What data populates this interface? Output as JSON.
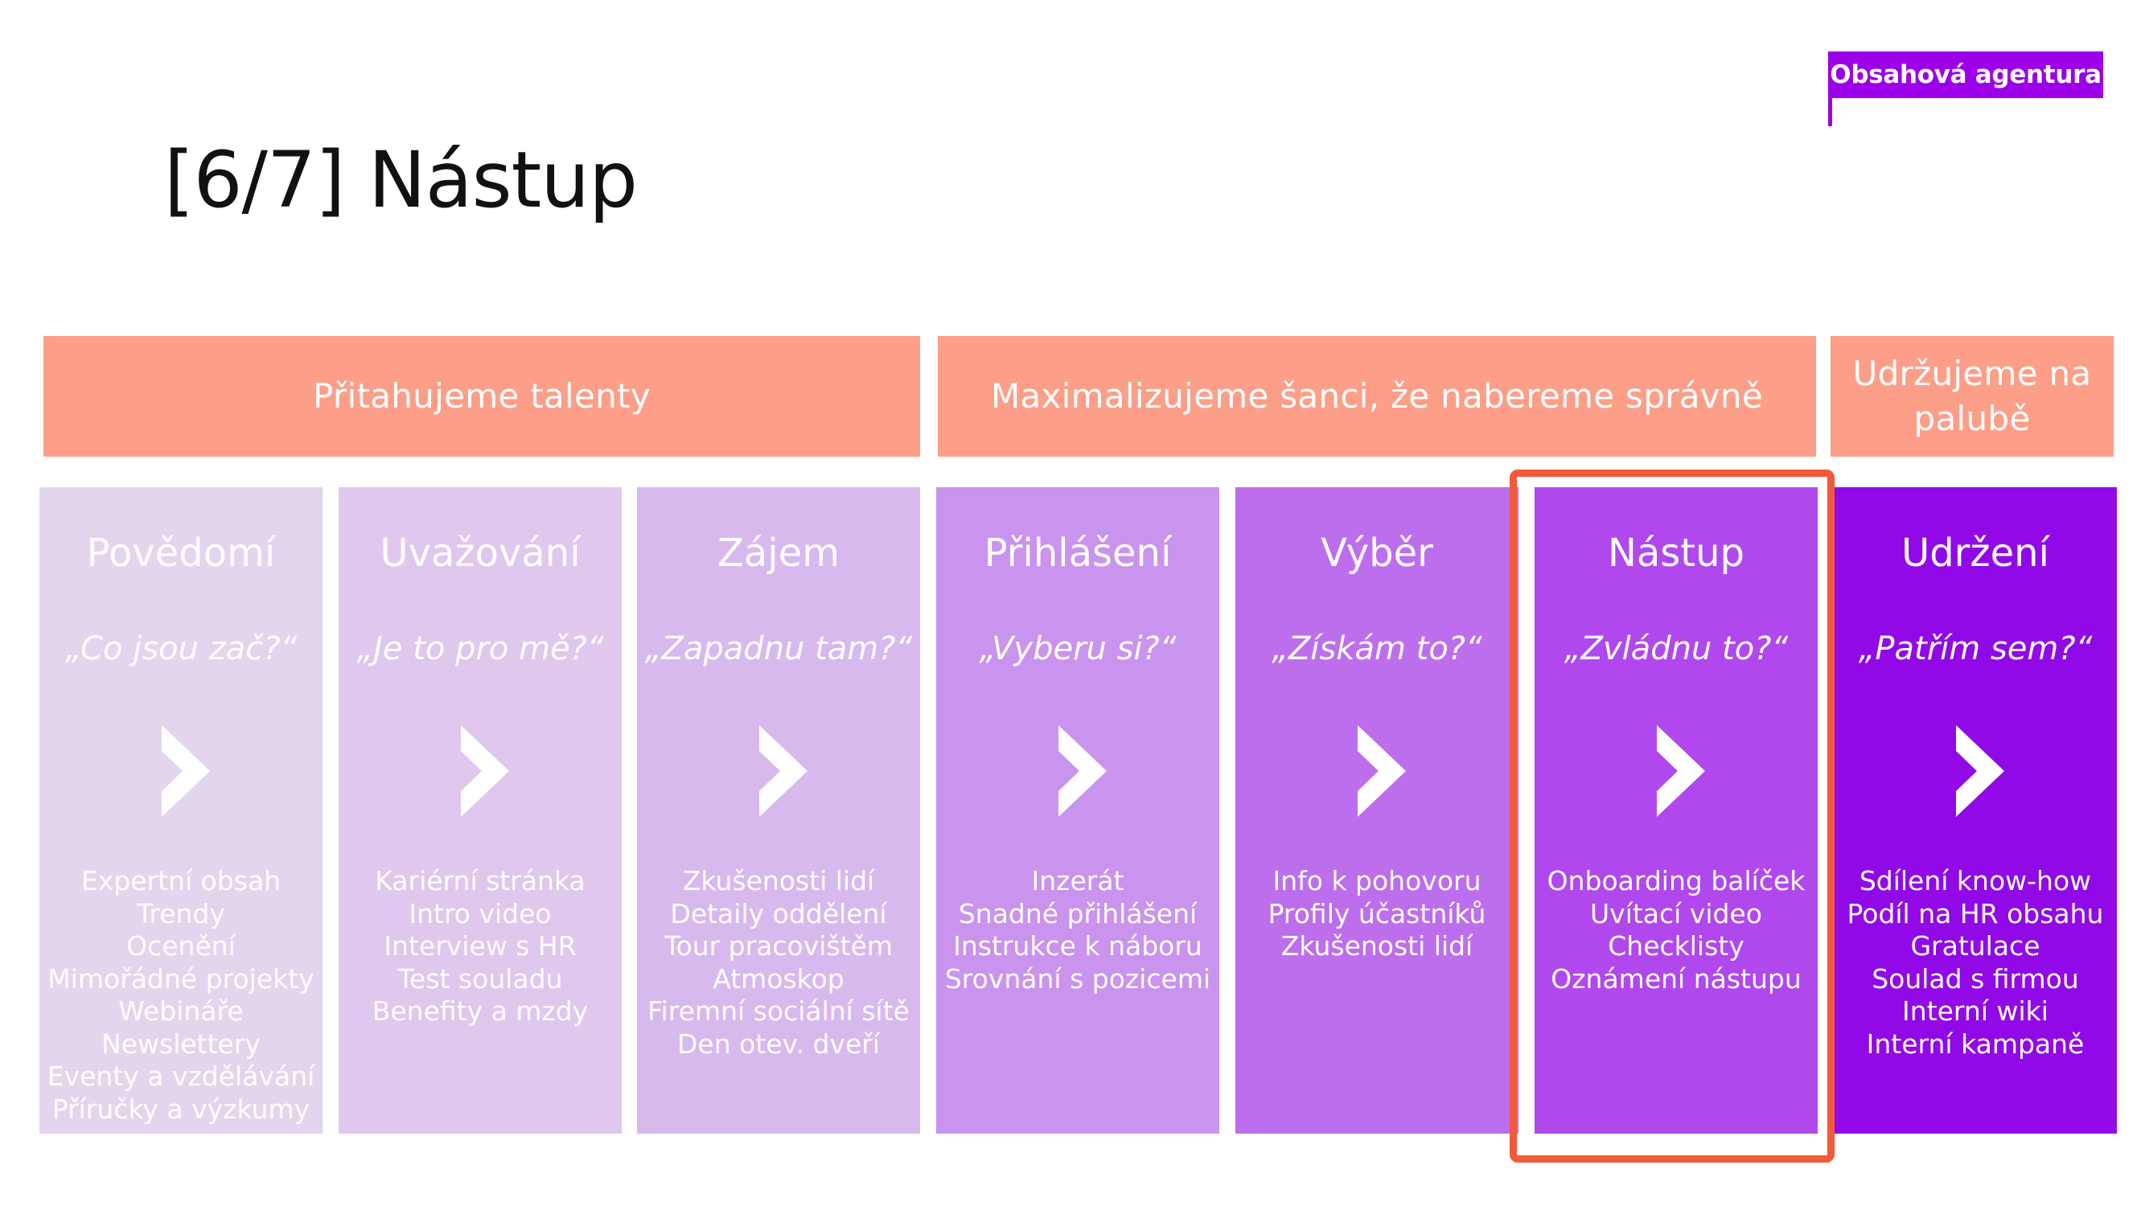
{
  "brand": {
    "label": "Obsahová agentura",
    "color": "#9b00e8"
  },
  "title": "[6/7] Nástup",
  "groups": [
    {
      "label": "Přitahujeme talenty"
    },
    {
      "label": "Maximalizujeme šanci, že nabereme správně"
    },
    {
      "label": "Udržujeme na palubě"
    }
  ],
  "colors": {
    "group_bar": "#fd9e88",
    "highlight_border": "#f25a3a",
    "stage_1": "#e3d5ee",
    "stage_2": "#dfc7ee",
    "stage_3": "#d8b9ee",
    "stage_4": "#c993ee",
    "stage_5": "#bd6eed",
    "stage_6": "#b048ee",
    "stage_7": "#9209e8"
  },
  "stages": [
    {
      "name": "Povědomí",
      "quote": "„Co jsou zač?“",
      "items": [
        "Expertní obsah",
        "Trendy",
        "Ocenění",
        "Mimořádné projekty",
        "Webináře",
        "Newslettery",
        "Eventy a vzdělávání",
        "Příručky a výzkumy"
      ]
    },
    {
      "name": "Uvažování",
      "quote": "„Je to pro mě?“",
      "items": [
        "Kariérní stránka",
        "Intro video",
        "Interview s HR",
        "Test souladu",
        "Benefity a mzdy"
      ]
    },
    {
      "name": "Zájem",
      "quote": "„Zapadnu tam?“",
      "items": [
        "Zkušenosti lidí",
        "Detaily oddělení",
        "Tour pracovištěm",
        "Atmoskop",
        "Firemní sociální sítě",
        "Den otev. dveří"
      ]
    },
    {
      "name": "Přihlášení",
      "quote": "„Vyberu si?“",
      "items": [
        "Inzerát",
        "Snadné přihlášení",
        "Instrukce k náboru",
        "Srovnání s pozicemi"
      ]
    },
    {
      "name": "Výběr",
      "quote": "„Získám to?“",
      "items": [
        "Info k pohovoru",
        "Profily účastníků",
        "Zkušenosti lidí"
      ]
    },
    {
      "name": "Nástup",
      "quote": "„Zvládnu to?“",
      "items": [
        "Onboarding balíček",
        "Uvítací video",
        "Checklisty",
        "Oznámení nástupu"
      ]
    },
    {
      "name": "Udržení",
      "quote": "„Patřím sem?“",
      "items": [
        "Sdílení know-how",
        "Podíl na HR obsahu",
        "Gratulace",
        "Soulad s firmou",
        "Interní wiki",
        "Interní kampaně"
      ]
    }
  ]
}
